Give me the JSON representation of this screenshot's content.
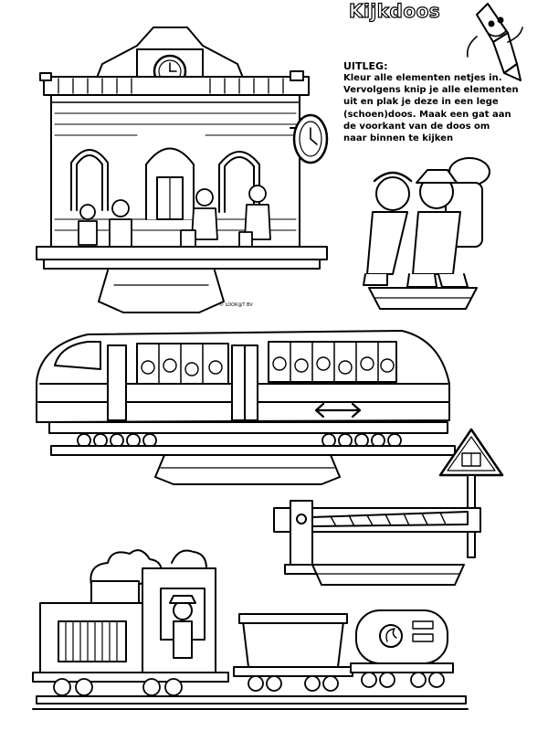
{
  "title": "Kijkdoos",
  "instructions": {
    "heading": "UITLEG:",
    "lines": [
      "Kleur alle elementen netjes in.",
      "Vervolgens knip je alle elementen",
      "uit en plak je deze in een lege",
      "(schoen)doos. Maak een gat aan",
      "de voorkant van de doos om",
      "naar binnen te kijken"
    ]
  },
  "credit": "© LOOK@T BV",
  "icons": {
    "mascot": "pencil-mascot-icon",
    "clock": "clock-icon",
    "arrow": "double-arrow-icon"
  },
  "colors": {
    "ink": "#000000",
    "paper": "#ffffff"
  }
}
